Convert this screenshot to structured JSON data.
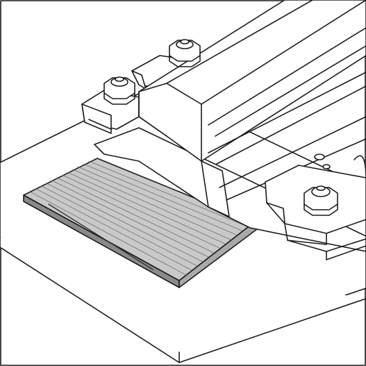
{
  "figure": {
    "colors": {
      "background": "#ffffff",
      "ink": "#1a1a1a",
      "pad_fill": "#c9c9c9",
      "pad_stripe": "#6f6f6f",
      "pad_edge": "#8a8a8a",
      "steel_fill": "#ffffff",
      "shadow": "#e8e8e8"
    },
    "parts": {
      "frame": "frame-border",
      "base_plate": "base-plate",
      "rail": "rail",
      "elastic_pad": "elastic-pad",
      "clamp_back_left": "clamp-back-left",
      "clamp_back_right": "clamp-back-right",
      "clamp_front": "clamp-front",
      "bolt_back_upper": "bolt-nut-icon",
      "bolt_back_lower": "bolt-nut-icon",
      "bolt_front": "bolt-nut-icon",
      "rail_holes": "bolt-hole"
    }
  }
}
